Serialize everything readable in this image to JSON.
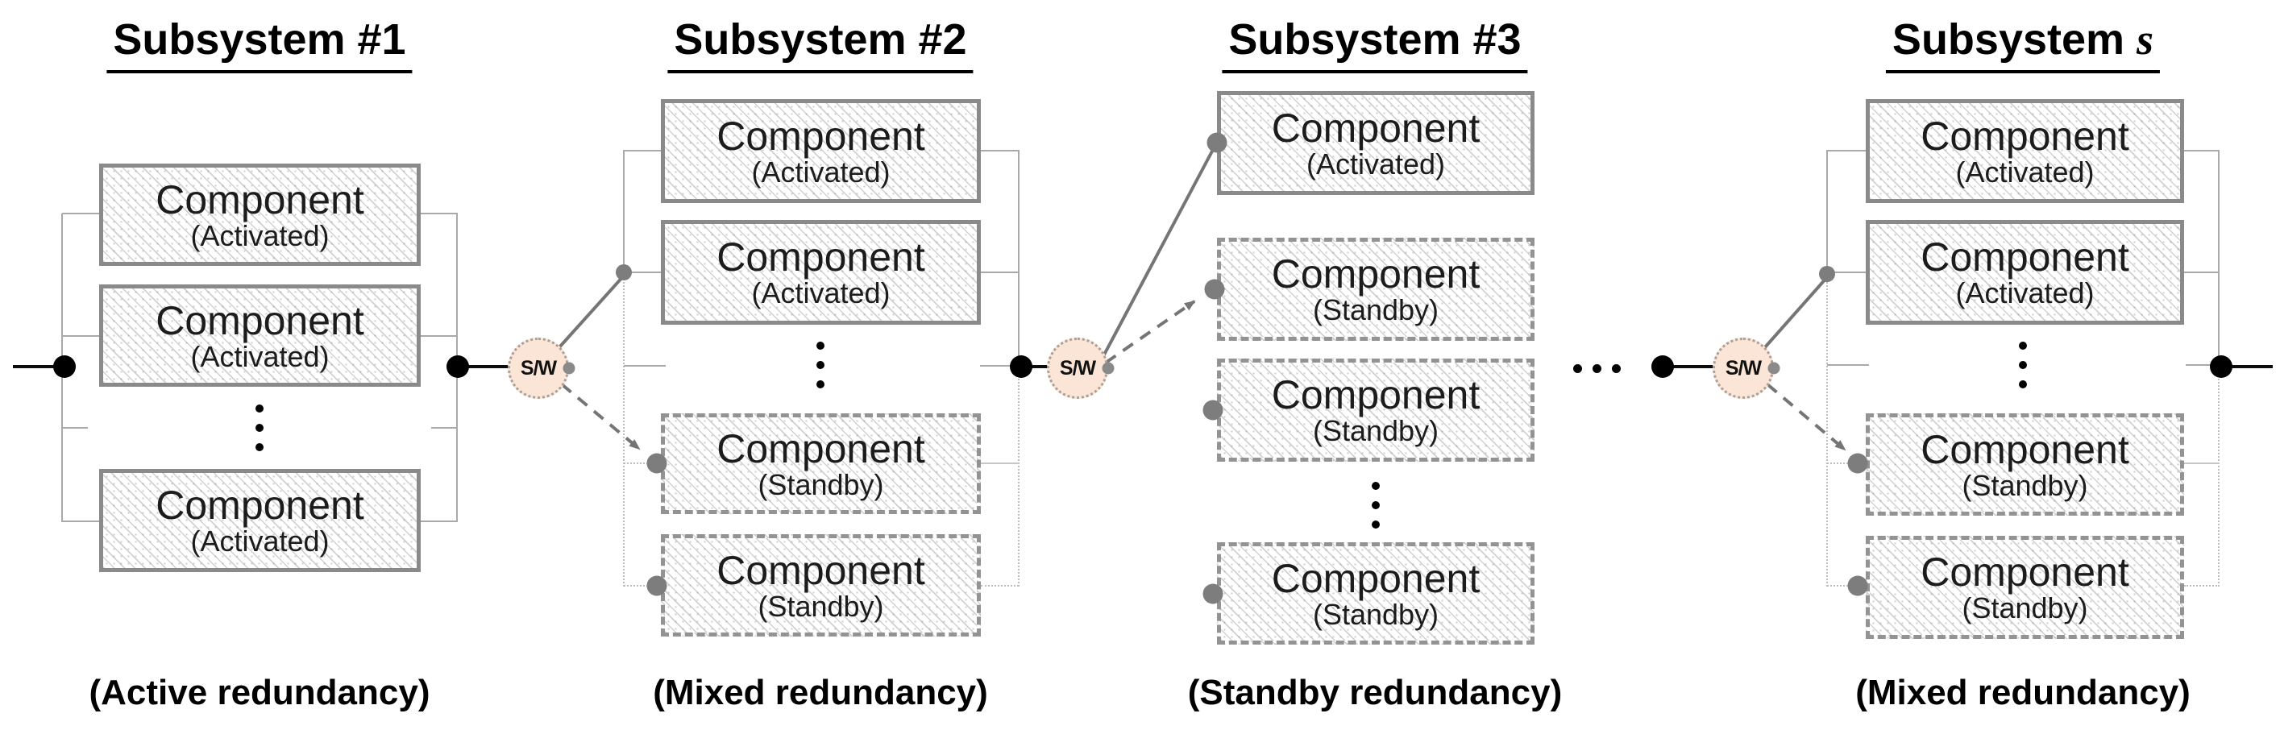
{
  "strings": {
    "component": "Component",
    "activated": "(Activated)",
    "standby": "(Standby)",
    "switch_label": "S/W",
    "column_ellipsis": "⋮",
    "chain_ellipsis": "..."
  },
  "colors": {
    "switch_fill": "#FBE5D6",
    "diagonal_line_gray": "#757575",
    "bus_line_gray": "#A9A9A9",
    "node_black": "#000000",
    "box_border_activated": "#8A8A8A",
    "box_border_standby": "#939393",
    "text": "#1C1C1C"
  },
  "subsystems": [
    {
      "title": "Subsystem #1",
      "redundancy_label": "(Active redundancy)"
    },
    {
      "title": "Subsystem #2",
      "redundancy_label": "(Mixed redundancy)"
    },
    {
      "title": "Subsystem #3",
      "redundancy_label": "(Standby redundancy)"
    },
    {
      "title_prefix": "Subsystem ",
      "title_var": "s",
      "redundancy_label": "(Mixed redundancy)"
    }
  ]
}
